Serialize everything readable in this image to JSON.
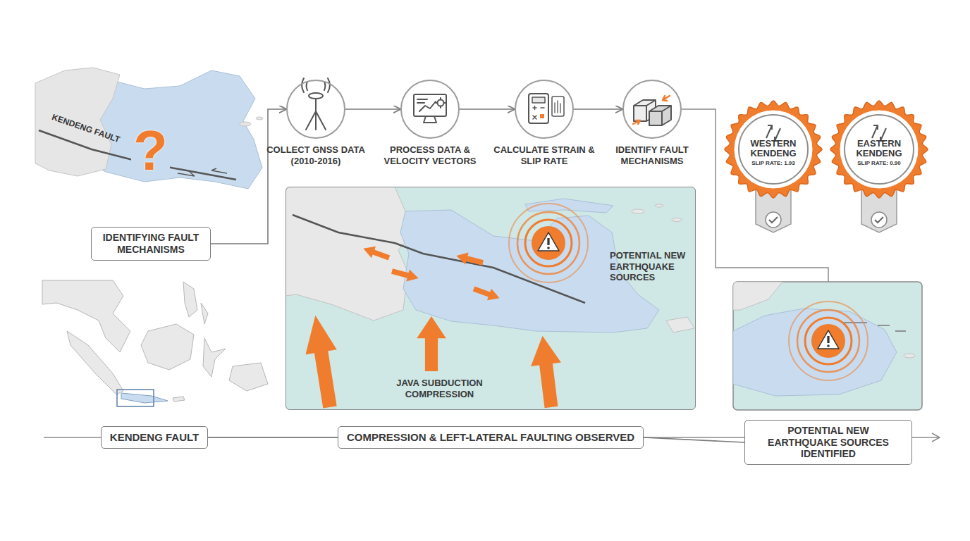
{
  "diagram": {
    "nodes": [
      {
        "text": [
          "IDENTIFYING FAULT MECHANISMS"
        ]
      },
      {
        "text": [
          "COLLECT GNSS DATA (2010-2016)"
        ]
      },
      {
        "text": [
          "PROCESS DATA & VELOCITY VECTORS"
        ]
      },
      {
        "text": [
          "CALCULATE STRAIN & SLIP RATE"
        ]
      },
      {
        "text": [
          "IDENTIFY FAULT MECHANISMS"
        ]
      },
      {
        "text": [
          "WESTERN KENDENG",
          "SLIP RATE: 1.93"
        ]
      },
      {
        "text": [
          "EASTERN KENDENG",
          "SLIP RATE: 0.90"
        ]
      },
      {
        "text": [
          "POTENTIAL NEW EARTHQUAKE SOURCES",
          "JAVA SUBDUCTION COMPRESSION"
        ]
      },
      {
        "text": [
          "KENDENG FAULT"
        ]
      },
      {
        "text": [
          "COMPRESSION & LEFT-LATERAL FAULTING OBSERVED"
        ]
      },
      {
        "text": [
          "POTENTIAL NEW EARTHQUAKE SOURCES IDENTIFIED"
        ]
      }
    ],
    "edges": [
      {
        "from": 0,
        "to": 1,
        "arrow": "to"
      },
      {
        "from": 1,
        "to": 2,
        "arrow": "to"
      },
      {
        "from": 2,
        "to": 3,
        "arrow": "to"
      },
      {
        "from": 3,
        "to": 4,
        "arrow": "to"
      },
      {
        "from": 8,
        "to": 9,
        "arrow": "none"
      },
      {
        "from": 9,
        "to": 10,
        "arrow": "none"
      }
    ],
    "labels": [
      "KENDENG FAULT",
      "?"
    ]
  }
}
